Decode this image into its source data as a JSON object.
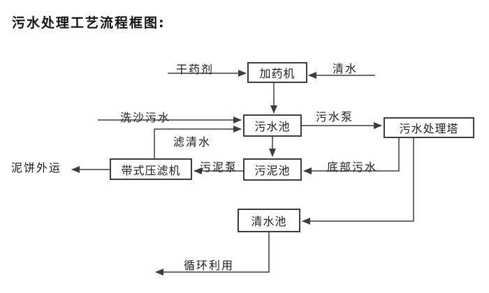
{
  "title": "污水处理工艺流程框图:",
  "colors": {
    "line": "#3d3d3d",
    "text": "#1a1a1a",
    "background": "#ffffff"
  },
  "nodes": {
    "dosing_machine": "加药机",
    "sewage_pool": "污水池",
    "treatment_tower": "污水处理塔",
    "sludge_pool": "污泥池",
    "belt_filter_press": "带式压滤机",
    "clean_water_pool": "清水池"
  },
  "flows": {
    "dry_chemical": "干药剂",
    "clean_water": "清水",
    "sand_washing_sewage": "洗沙污水",
    "sewage_pump": "污水泵",
    "filtered_water": "滤清水",
    "sludge_pump": "污泥泵",
    "bottom_sewage": "底部污水",
    "mud_cake_out": "泥饼外运",
    "recycle_use": "循环利用"
  }
}
